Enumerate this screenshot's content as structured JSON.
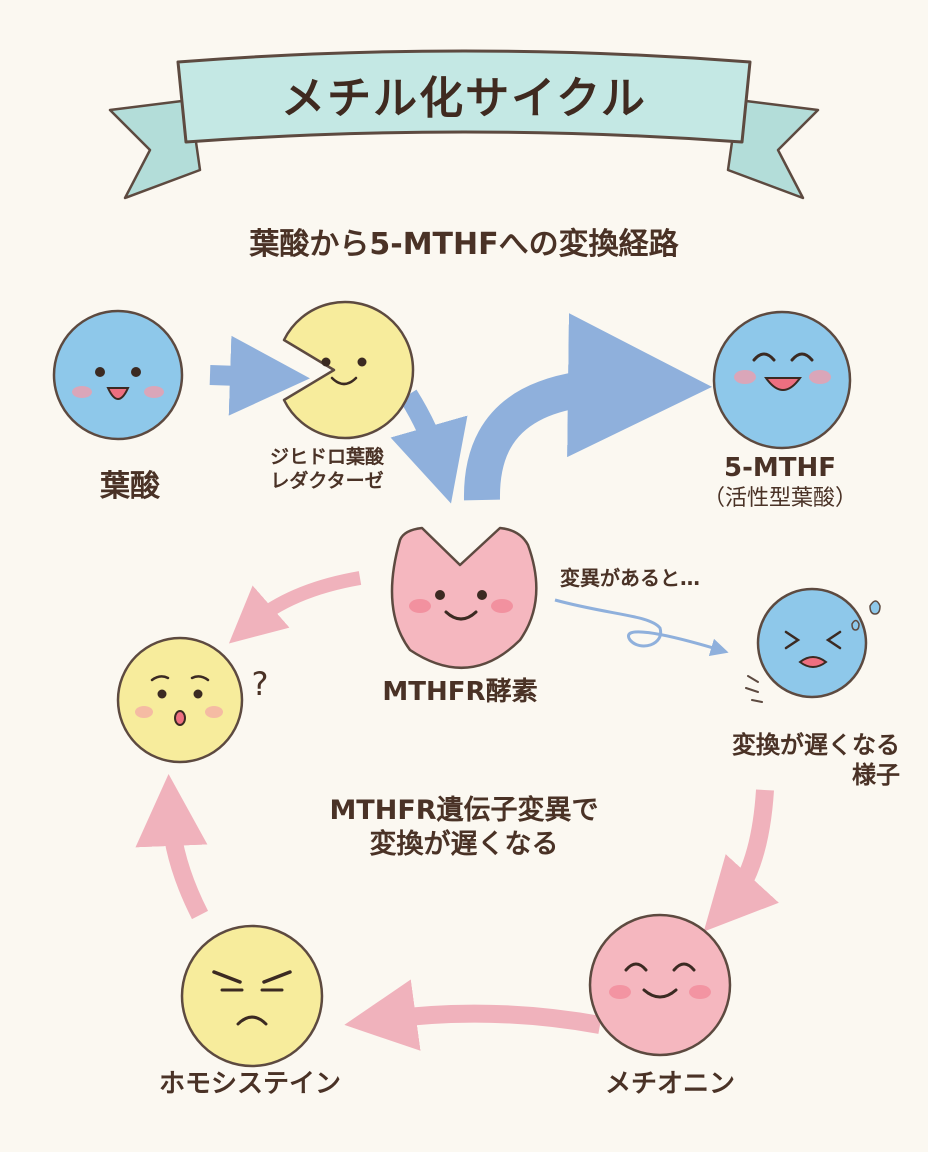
{
  "title": "メチル化サイクル",
  "subtitle": "葉酸から5-MTHFへの変換経路",
  "nodes": {
    "folate": {
      "label": "葉酸"
    },
    "dhfr": {
      "label_lines": [
        "ジヒドロ葉酸",
        "レダクターゼ"
      ]
    },
    "mthf": {
      "label": "5-MTHF",
      "sublabel": "（活性型葉酸）"
    },
    "mthfr": {
      "label": "MTHFR酵素"
    },
    "mutant": {
      "condition": "変異があると…",
      "label_lines": [
        "変換が遅くなる",
        "様子"
      ]
    },
    "confused": {
      "mark": "?"
    },
    "homocysteine": {
      "label": "ホモシステイン"
    },
    "methionine": {
      "label": "メチオニン"
    }
  },
  "center_note": {
    "lines": [
      "MTHFR遺伝子変異で",
      "変換が遅くなる"
    ]
  },
  "colors": {
    "blue": "#8ec8ea",
    "yellow": "#f7ec9c",
    "pink": "#f5b7bf",
    "ribbon": "#bfe6e3",
    "arrow_blue": "#8fb0dc",
    "arrow_pink": "#f0b2bc",
    "ink": "#4a3226"
  }
}
